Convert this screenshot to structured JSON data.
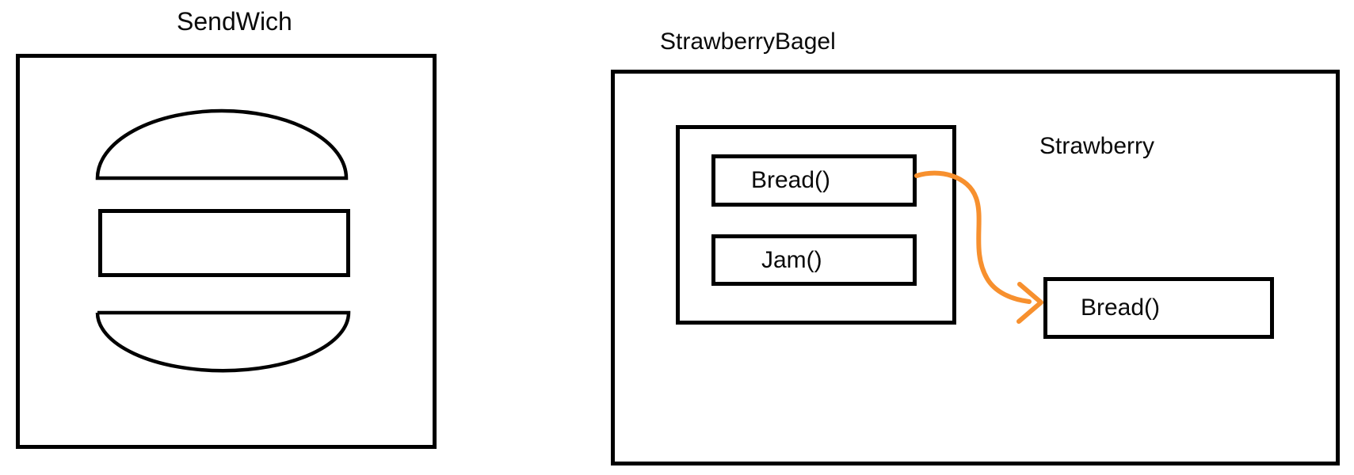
{
  "canvas": {
    "background": "#ffffff",
    "stroke_color": "#000000"
  },
  "sendwich": {
    "title": "SendWich"
  },
  "strawberry_bagel": {
    "title": "StrawberryBagel",
    "methods": [
      {
        "label": "Bread()"
      },
      {
        "label": "Jam()"
      }
    ],
    "strawberry": {
      "label": "Strawberry",
      "method": {
        "label": "Bread()"
      }
    },
    "arrow": {
      "color": "#F7902E"
    }
  }
}
